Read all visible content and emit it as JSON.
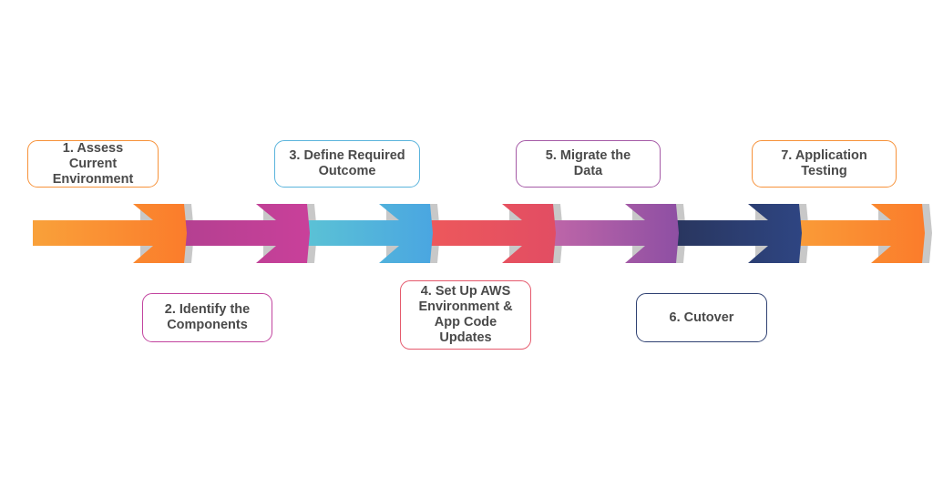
{
  "diagram": {
    "steps": [
      {
        "label": "1. Assess Current\nEnvironment",
        "color": "#f7923a",
        "color_start": "#f9a13a",
        "color_end": "#fb7c2b"
      },
      {
        "label": "2. Identify the\nComponents",
        "color": "#c2449f",
        "color_start": "#b0408f",
        "color_end": "#c9409a"
      },
      {
        "label": "3. Define Required\nOutcome",
        "color": "#5ab4dc",
        "color_start": "#5ec7d3",
        "color_end": "#4aa6e1"
      },
      {
        "label": "4. Set Up AWS\nEnvironment &\nApp Code\nUpdates",
        "color": "#e5596c",
        "color_start": "#ef5a5a",
        "color_end": "#e24d63"
      },
      {
        "label": "5. Migrate the\nData",
        "color": "#a55aa6",
        "color_start": "#c76aa9",
        "color_end": "#8e4fa3"
      },
      {
        "label": "6. Cutover",
        "color": "#2f4172",
        "color_start": "#283358",
        "color_end": "#2e4582"
      },
      {
        "label": "7. Application\nTesting",
        "color": "#f7923a",
        "color_start": "#f9a13a",
        "color_end": "#fb7c2b"
      }
    ],
    "shadow_color": "#c8c8c8",
    "text_color": "#4a4a4a"
  }
}
